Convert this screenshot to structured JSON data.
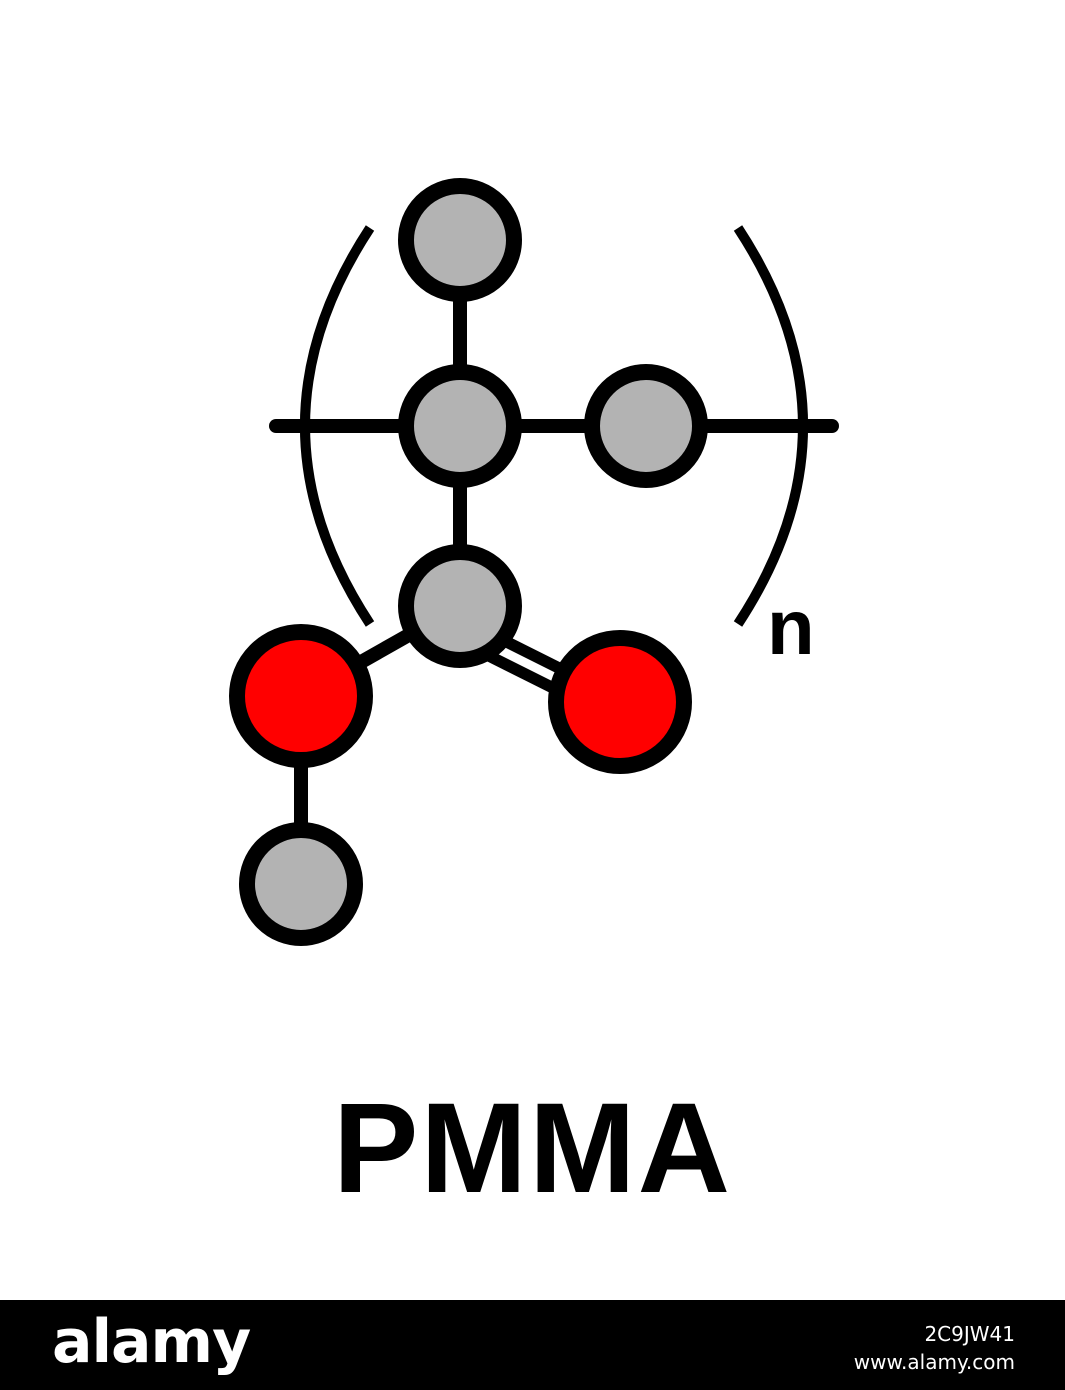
{
  "diagram": {
    "polymer_subscript": "n",
    "molecule_name": "PMMA",
    "colors": {
      "carbon": "#b3b3b3",
      "oxygen": "#ff0000",
      "outline": "#000000",
      "background": "#ffffff"
    },
    "atoms": [
      {
        "id": "c-methyl-top",
        "element": "C"
      },
      {
        "id": "c-backbone-quaternary",
        "element": "C"
      },
      {
        "id": "c-backbone-methylene",
        "element": "C"
      },
      {
        "id": "c-carbonyl",
        "element": "C"
      },
      {
        "id": "o-ester",
        "element": "O"
      },
      {
        "id": "o-carbonyl",
        "element": "O"
      },
      {
        "id": "c-methoxy",
        "element": "C"
      }
    ],
    "bonds": [
      {
        "from": "c-backbone-quaternary",
        "to": "c-methyl-top",
        "order": 1
      },
      {
        "from": "c-backbone-quaternary",
        "to": "c-backbone-methylene",
        "order": 1
      },
      {
        "from": "c-backbone-quaternary",
        "to": "c-carbonyl",
        "order": 1
      },
      {
        "from": "c-carbonyl",
        "to": "o-ester",
        "order": 1
      },
      {
        "from": "c-carbonyl",
        "to": "o-carbonyl",
        "order": 2
      },
      {
        "from": "o-ester",
        "to": "c-methoxy",
        "order": 1
      }
    ]
  },
  "footer": {
    "logo_text": "alamy",
    "image_id": "2C9JW41",
    "site": "www.alamy.com"
  }
}
